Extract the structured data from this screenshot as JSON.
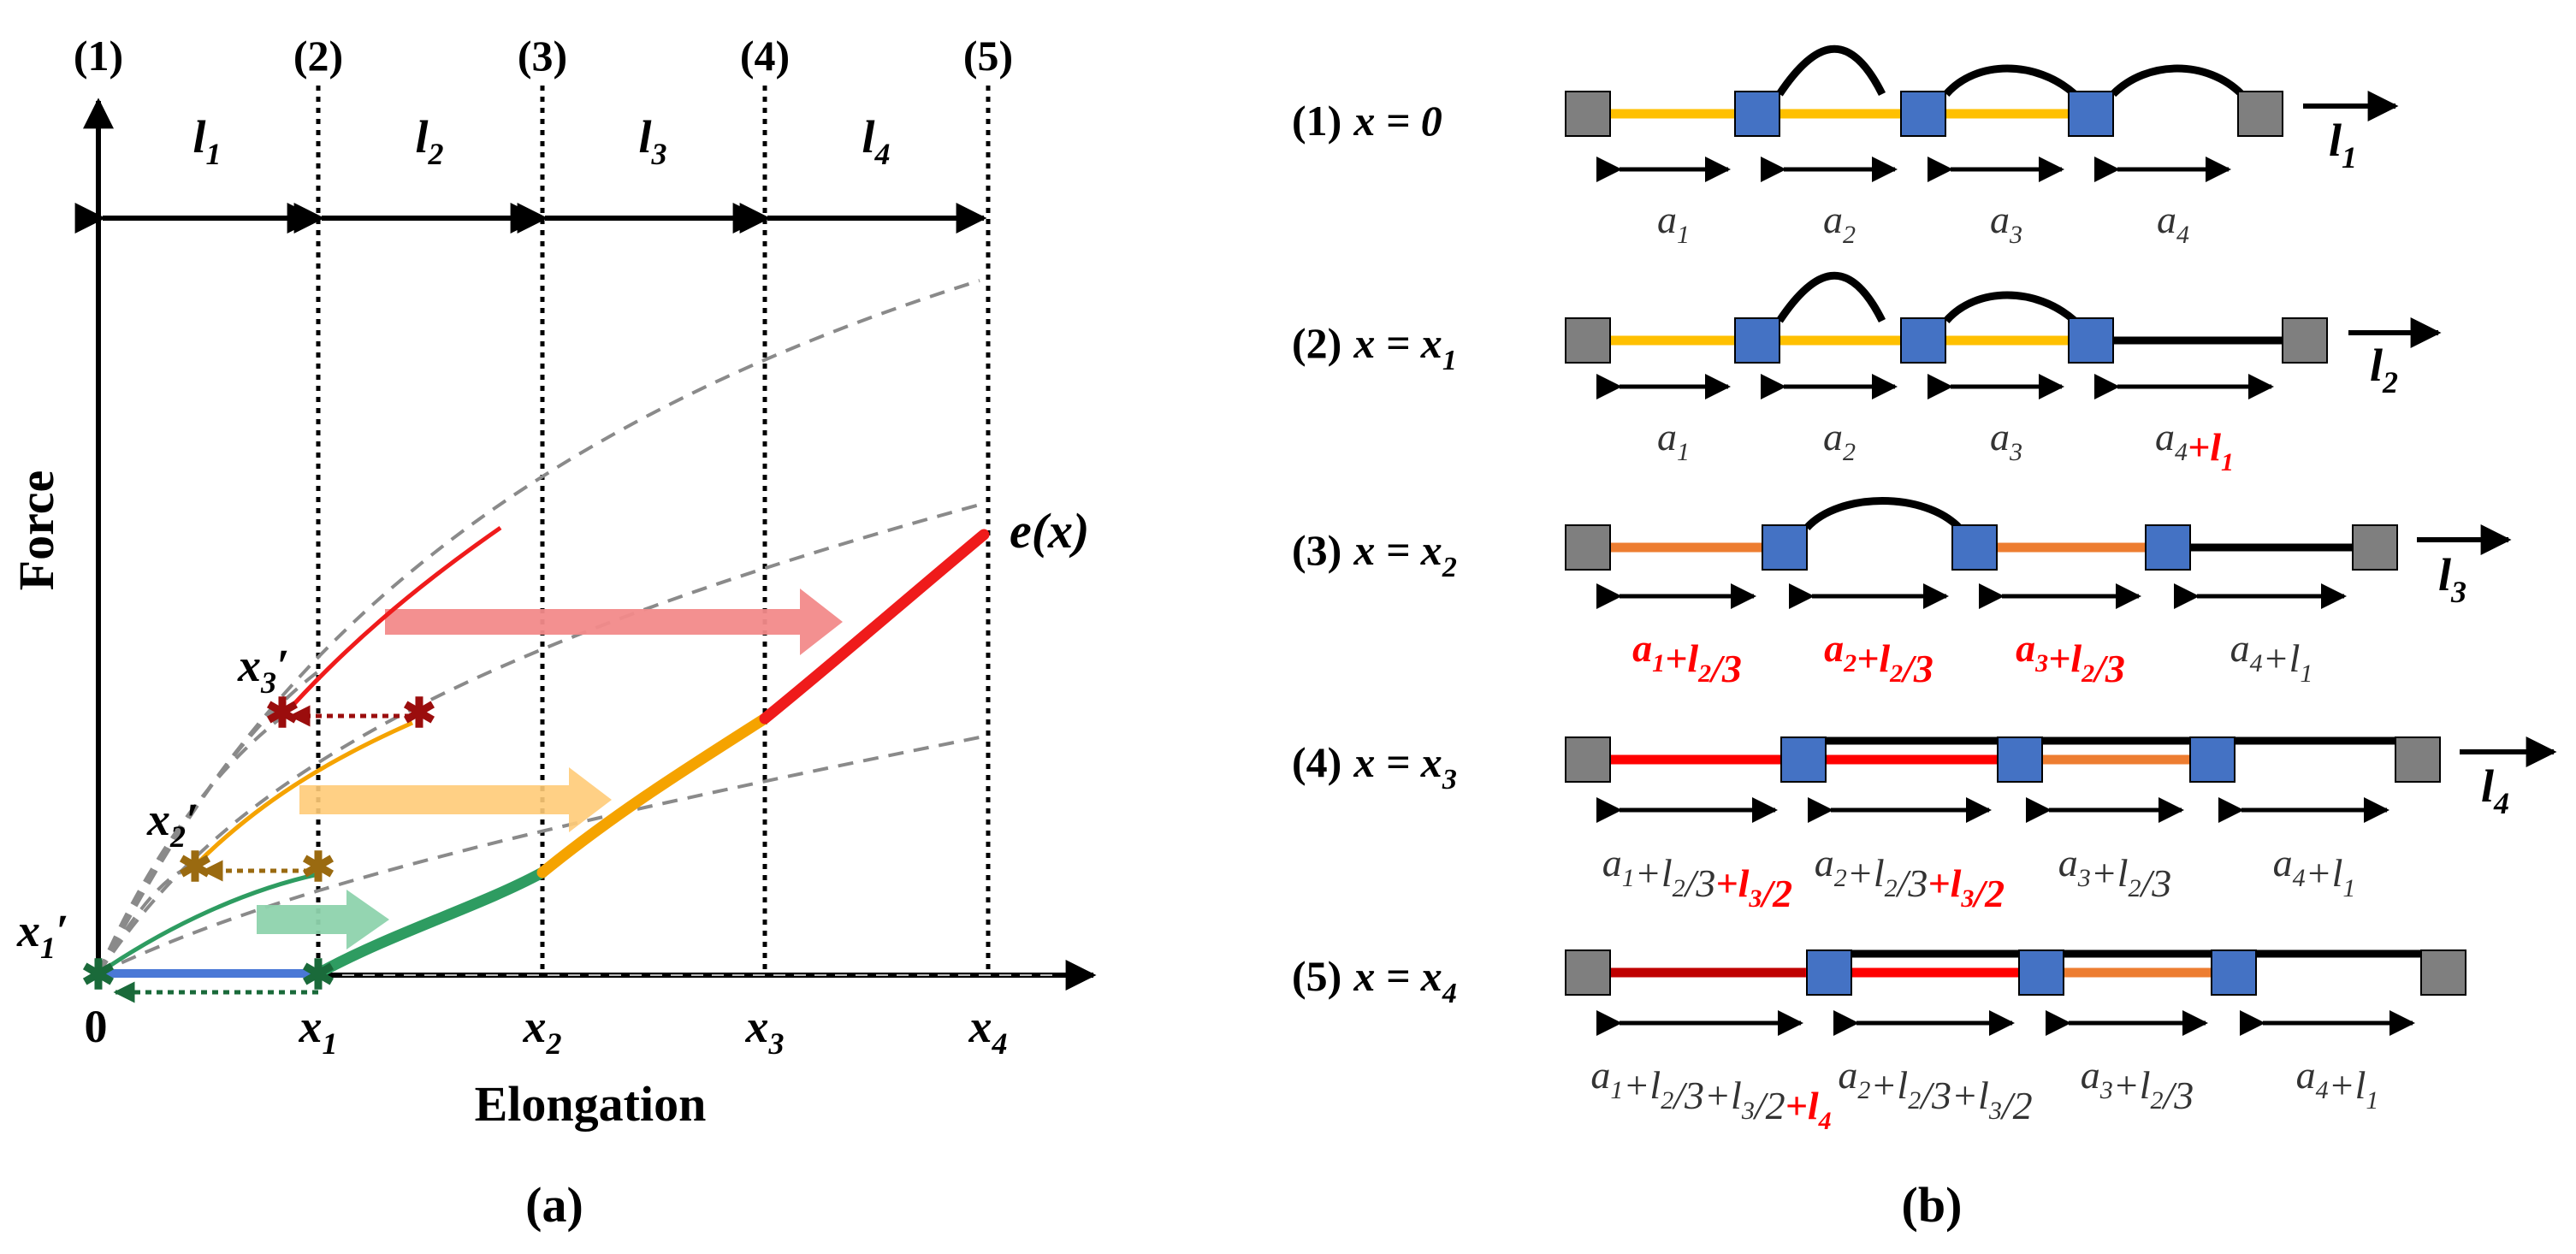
{
  "panel_a": {
    "caption": "(a)",
    "y_axis_label": "Force",
    "x_axis_label": "Elongation",
    "state_labels": [
      "(1)",
      "(2)",
      "(3)",
      "(4)",
      "(5)"
    ],
    "segment_labels": [
      {
        "base": "l",
        "sub": "1"
      },
      {
        "base": "l",
        "sub": "2"
      },
      {
        "base": "l",
        "sub": "3"
      },
      {
        "base": "l",
        "sub": "4"
      }
    ],
    "x_tick_labels": [
      {
        "base": "0",
        "sub": ""
      },
      {
        "base": "x",
        "sub": "1"
      },
      {
        "base": "x",
        "sub": "2"
      },
      {
        "base": "x",
        "sub": "3"
      },
      {
        "base": "x",
        "sub": "4"
      }
    ],
    "point_labels": [
      {
        "base": "x",
        "sub": "1",
        "prime": "′"
      },
      {
        "base": "x",
        "sub": "2",
        "prime": "′"
      },
      {
        "base": "x",
        "sub": "3",
        "prime": "′"
      }
    ],
    "envelope_label": "e(x)",
    "colors": {
      "blue": "#4a78d6",
      "green": "#2e9c61",
      "orange": "#f5a300",
      "red": "#ef1b1b",
      "dark_red": "#9b0d0d",
      "brown": "#9a6a10",
      "dark_green": "#1a6a3a",
      "dashed": "#8a8a8a"
    }
  },
  "panel_b": {
    "caption": "(b)",
    "rows": [
      {
        "state": "(1)",
        "eq": "x = 0",
        "eq_sub": "",
        "arrow_label": {
          "base": "l",
          "sub": "1"
        },
        "labels": [
          [
            {
              "t": "a",
              "s": "1"
            }
          ],
          [
            {
              "t": "a",
              "s": "2"
            }
          ],
          [
            {
              "t": "a",
              "s": "3"
            }
          ],
          [
            {
              "t": "a",
              "s": "4"
            }
          ]
        ]
      },
      {
        "state": "(2)",
        "eq": "x = x",
        "eq_sub": "1",
        "arrow_label": {
          "base": "l",
          "sub": "2"
        },
        "labels": [
          [
            {
              "t": "a",
              "s": "1"
            }
          ],
          [
            {
              "t": "a",
              "s": "2"
            }
          ],
          [
            {
              "t": "a",
              "s": "3"
            }
          ],
          [
            {
              "t": "a",
              "s": "4"
            },
            {
              "t": "+l",
              "s": "1",
              "red": true
            }
          ]
        ]
      },
      {
        "state": "(3)",
        "eq": "x = x",
        "eq_sub": "2",
        "arrow_label": {
          "base": "l",
          "sub": "3"
        },
        "labels": [
          [
            {
              "t": "a",
              "s": "1",
              "red": true
            },
            {
              "t": "+l",
              "s": "2",
              "red": true
            },
            {
              "t": "/3",
              "red": true
            }
          ],
          [
            {
              "t": "a",
              "s": "2",
              "red": true
            },
            {
              "t": "+l",
              "s": "2",
              "red": true
            },
            {
              "t": "/3",
              "red": true
            }
          ],
          [
            {
              "t": "a",
              "s": "3",
              "red": true
            },
            {
              "t": "+l",
              "s": "2",
              "red": true
            },
            {
              "t": "/3",
              "red": true
            }
          ],
          [
            {
              "t": "a",
              "s": "4"
            },
            {
              "t": "+l",
              "s": "1"
            }
          ]
        ]
      },
      {
        "state": "(4)",
        "eq": "x = x",
        "eq_sub": "3",
        "arrow_label": {
          "base": "l",
          "sub": "4"
        },
        "labels": [
          [
            {
              "t": "a",
              "s": "1"
            },
            {
              "t": "+l",
              "s": "2"
            },
            {
              "t": "/3"
            },
            {
              "t": "+l",
              "s": "3",
              "red": true
            },
            {
              "t": "/2",
              "red": true
            }
          ],
          [
            {
              "t": "a",
              "s": "2"
            },
            {
              "t": "+l",
              "s": "2"
            },
            {
              "t": "/3"
            },
            {
              "t": "+l",
              "s": "3",
              "red": true
            },
            {
              "t": "/2",
              "red": true
            }
          ],
          [
            {
              "t": "a",
              "s": "3"
            },
            {
              "t": "+l",
              "s": "2"
            },
            {
              "t": "/3"
            }
          ],
          [
            {
              "t": "a",
              "s": "4"
            },
            {
              "t": "+l",
              "s": "1"
            }
          ]
        ]
      },
      {
        "state": "(5)",
        "eq": "x = x",
        "eq_sub": "4",
        "arrow_label": null,
        "labels": [
          [
            {
              "t": "a",
              "s": "1"
            },
            {
              "t": "+l",
              "s": "2"
            },
            {
              "t": "/3"
            },
            {
              "t": "+l",
              "s": "3"
            },
            {
              "t": "/2"
            },
            {
              "t": "+l",
              "s": "4",
              "red": true
            }
          ],
          [
            {
              "t": "a",
              "s": "2"
            },
            {
              "t": "+l",
              "s": "2"
            },
            {
              "t": "/3"
            },
            {
              "t": "+l",
              "s": "3"
            },
            {
              "t": "/2"
            }
          ],
          [
            {
              "t": "a",
              "s": "3"
            },
            {
              "t": "+l",
              "s": "2"
            },
            {
              "t": "/3"
            }
          ],
          [
            {
              "t": "a",
              "s": "4"
            },
            {
              "t": "+l",
              "s": "1"
            }
          ]
        ]
      }
    ],
    "colors": {
      "node_gray": "#7f7f7f",
      "node_blue": "#4472c4",
      "strand_yellow": "#ffc000",
      "strand_orange": "#ed7d31",
      "strand_red": "#ff0000",
      "strand_dark_red": "#c00000",
      "strand_black": "#000000",
      "label_red": "#ff0000"
    }
  }
}
